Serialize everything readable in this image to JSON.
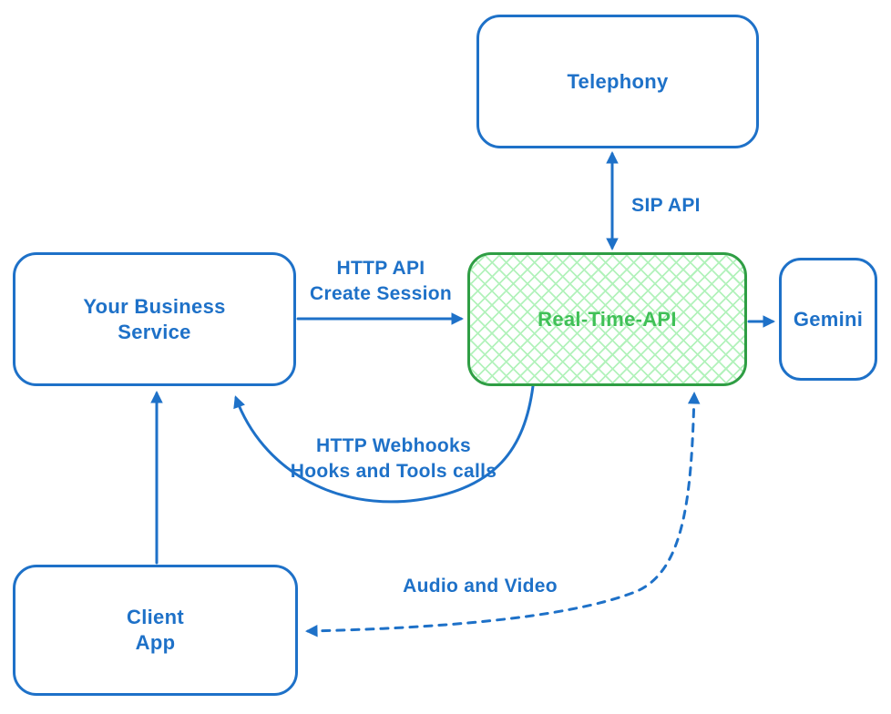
{
  "colors": {
    "blue": "#1e71c8",
    "green_border": "#2f9e44",
    "green_text": "#40c057",
    "green_hatch": "#b2f2bb",
    "background": "#ffffff"
  },
  "nodes": {
    "telephony": {
      "label": "Telephony"
    },
    "business": {
      "lines": [
        "Your Business",
        "Service"
      ]
    },
    "realtime": {
      "label": "Real-Time-API"
    },
    "gemini": {
      "label": "Gemini"
    },
    "client": {
      "lines": [
        "Client",
        "App"
      ]
    }
  },
  "edges": {
    "sip": {
      "label": "SIP API"
    },
    "http_session": {
      "lines": [
        "HTTP API",
        "Create Session"
      ]
    },
    "webhooks": {
      "lines": [
        "HTTP Webhooks",
        "Hooks and Tools calls"
      ]
    },
    "audio_video": {
      "label": "Audio and Video"
    }
  }
}
